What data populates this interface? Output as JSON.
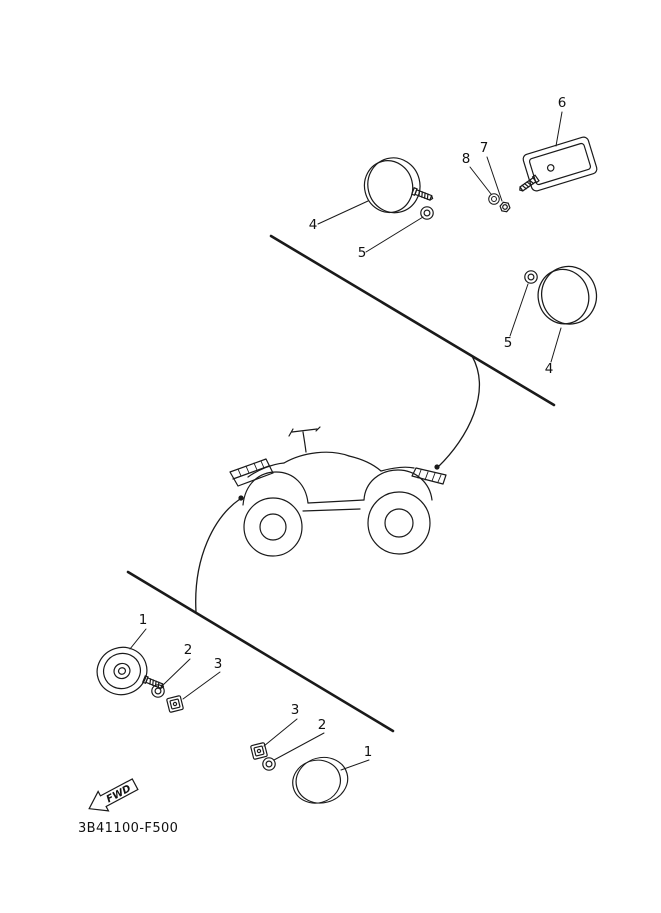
{
  "page": {
    "background": "#ffffff",
    "line_color": "#1a1a1a"
  },
  "diagram": {
    "part_code": "3B41100-F500",
    "fwd_label": "FWD",
    "callouts": [
      {
        "label": "4"
      },
      {
        "label": "5"
      },
      {
        "label": "8"
      },
      {
        "label": "7"
      },
      {
        "label": "6"
      },
      {
        "label": "5"
      },
      {
        "label": "4"
      },
      {
        "label": "1"
      },
      {
        "label": "2"
      },
      {
        "label": "3"
      },
      {
        "label": "3"
      },
      {
        "label": "2"
      },
      {
        "label": "1"
      }
    ]
  }
}
